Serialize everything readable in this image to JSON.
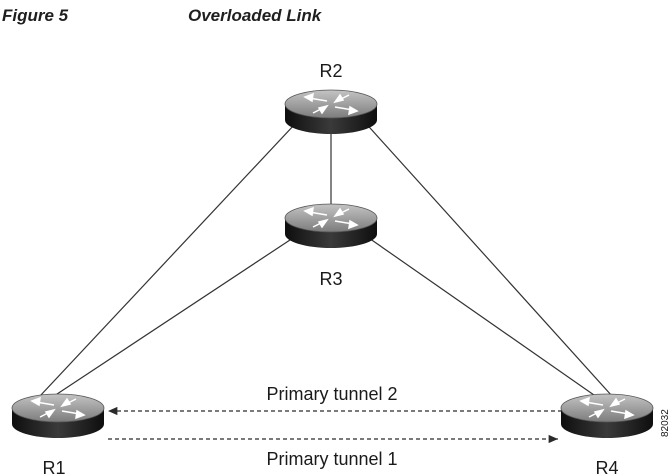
{
  "figure": {
    "number": "Figure 5",
    "title": "Overloaded Link"
  },
  "routers": {
    "r1": "R1",
    "r2": "R2",
    "r3": "R3",
    "r4": "R4"
  },
  "tunnels": {
    "primary_1": "Primary tunnel 1",
    "primary_2": "Primary tunnel 2"
  },
  "side_id": "82032",
  "colors": {
    "router_top": "#9a9a9a",
    "router_body": "#1c1c1c",
    "link": "#333333"
  }
}
